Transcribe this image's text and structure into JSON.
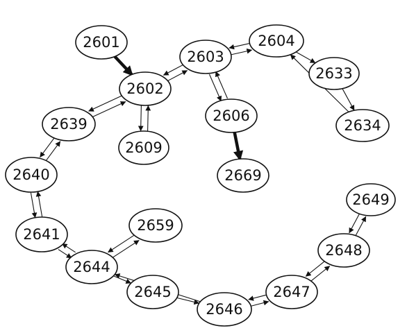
{
  "colors": {
    "stroke": "#111111",
    "background": "#ffffff"
  },
  "nodes": [
    {
      "id": "2601",
      "label": "2601"
    },
    {
      "id": "2602",
      "label": "2602"
    },
    {
      "id": "2603",
      "label": "2603"
    },
    {
      "id": "2604",
      "label": "2604"
    },
    {
      "id": "2606",
      "label": "2606"
    },
    {
      "id": "2609",
      "label": "2609"
    },
    {
      "id": "2633",
      "label": "2633"
    },
    {
      "id": "2634",
      "label": "2634"
    },
    {
      "id": "2639",
      "label": "2639"
    },
    {
      "id": "2640",
      "label": "2640"
    },
    {
      "id": "2641",
      "label": "2641"
    },
    {
      "id": "2644",
      "label": "2644"
    },
    {
      "id": "2645",
      "label": "2645"
    },
    {
      "id": "2646",
      "label": "2646"
    },
    {
      "id": "2647",
      "label": "2647"
    },
    {
      "id": "2648",
      "label": "2648"
    },
    {
      "id": "2649",
      "label": "2649"
    },
    {
      "id": "2659",
      "label": "2659"
    },
    {
      "id": "2669",
      "label": "2669"
    }
  ],
  "edges": [
    {
      "from": "2601",
      "to": "2602",
      "weight": "thick"
    },
    {
      "from": "2606",
      "to": "2669",
      "weight": "thick"
    },
    {
      "from": "2602",
      "to": "2603"
    },
    {
      "from": "2603",
      "to": "2602"
    },
    {
      "from": "2603",
      "to": "2604"
    },
    {
      "from": "2604",
      "to": "2603"
    },
    {
      "from": "2604",
      "to": "2633"
    },
    {
      "from": "2634",
      "to": "2604"
    },
    {
      "from": "2633",
      "to": "2634"
    },
    {
      "from": "2603",
      "to": "2606"
    },
    {
      "from": "2606",
      "to": "2603"
    },
    {
      "from": "2602",
      "to": "2609"
    },
    {
      "from": "2609",
      "to": "2602"
    },
    {
      "from": "2602",
      "to": "2639"
    },
    {
      "from": "2639",
      "to": "2602"
    },
    {
      "from": "2639",
      "to": "2640"
    },
    {
      "from": "2640",
      "to": "2639"
    },
    {
      "from": "2640",
      "to": "2641"
    },
    {
      "from": "2641",
      "to": "2640"
    },
    {
      "from": "2641",
      "to": "2644"
    },
    {
      "from": "2644",
      "to": "2641"
    },
    {
      "from": "2644",
      "to": "2659"
    },
    {
      "from": "2659",
      "to": "2644"
    },
    {
      "from": "2644",
      "to": "2645"
    },
    {
      "from": "2646",
      "to": "2644"
    },
    {
      "from": "2645",
      "to": "2646"
    },
    {
      "from": "2647",
      "to": "2646"
    },
    {
      "from": "2646",
      "to": "2647"
    },
    {
      "from": "2647",
      "to": "2648"
    },
    {
      "from": "2648",
      "to": "2647"
    },
    {
      "from": "2648",
      "to": "2649"
    },
    {
      "from": "2649",
      "to": "2648"
    }
  ]
}
